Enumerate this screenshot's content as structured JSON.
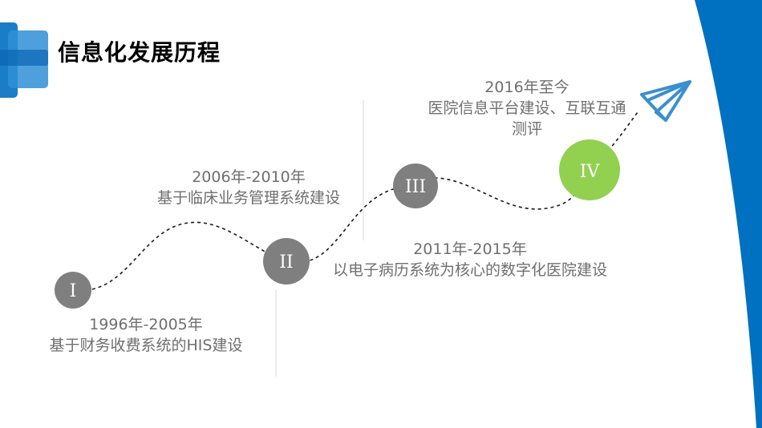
{
  "title": "信息化发展历程",
  "colors": {
    "accent": "#0070c0",
    "node_gray": "#7f7f7f",
    "node_green": "#92d050",
    "text_gray": "#6f6f6f",
    "plane": "#3a8fd0"
  },
  "milestones": [
    {
      "numeral": "I",
      "period": "1996年-2005年",
      "description": "基于财务收费系统的HIS建设"
    },
    {
      "numeral": "II",
      "period": "2006年-2010年",
      "description": "基于临床业务管理系统建设"
    },
    {
      "numeral": "III",
      "period": "2011年-2015年",
      "description": "以电子病历系统为核心的数字化医院建设"
    },
    {
      "numeral": "IV",
      "period": "2016年至今",
      "description": "医院信息平台建设、互联互通",
      "description2": "测评"
    }
  ],
  "icons": {
    "end": "paper-plane-icon",
    "logo": "blue-squares-logo"
  }
}
